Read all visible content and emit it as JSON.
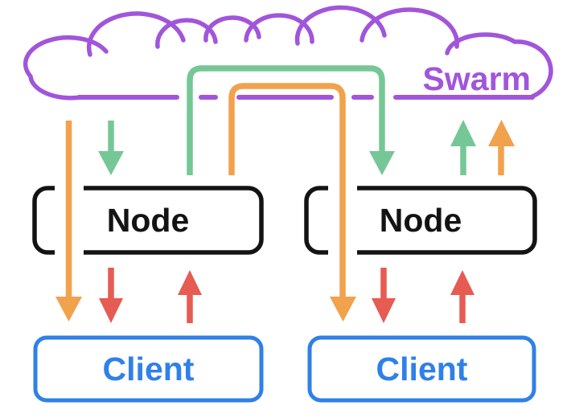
{
  "swarm": {
    "label": "Swarm"
  },
  "nodes": [
    {
      "label": "Node"
    },
    {
      "label": "Node"
    }
  ],
  "clients": [
    {
      "label": "Client"
    },
    {
      "label": "Client"
    }
  ],
  "colors": {
    "swarm_purple": "#A155DB",
    "edge_green": "#76C796",
    "edge_orange": "#F2A14C",
    "edge_red": "#E65B52",
    "client_blue": "#2F80E8",
    "node_black": "#131313",
    "background": "#FFFFFF"
  },
  "edges": [
    {
      "name": "swarm-to-client-left",
      "color": "orange",
      "from": "swarm",
      "to": "client-left"
    },
    {
      "name": "swarm-to-node-left",
      "color": "green",
      "from": "swarm",
      "to": "node-left"
    },
    {
      "name": "node-left-to-node-right-via-swarm",
      "color": "green",
      "from": "node-left",
      "to": "node-right"
    },
    {
      "name": "node-left-to-client-right-via-swarm",
      "color": "orange",
      "from": "node-left",
      "to": "client-right"
    },
    {
      "name": "node-right-to-swarm-green",
      "color": "green",
      "from": "node-right",
      "to": "swarm"
    },
    {
      "name": "node-right-to-swarm-orange",
      "color": "orange",
      "from": "node-right",
      "to": "swarm"
    },
    {
      "name": "node-left-to-client-left",
      "color": "red",
      "from": "node-left",
      "to": "client-left"
    },
    {
      "name": "client-left-to-node-left",
      "color": "red",
      "from": "client-left",
      "to": "node-left"
    },
    {
      "name": "node-right-to-client-right",
      "color": "red",
      "from": "node-right",
      "to": "client-right"
    },
    {
      "name": "client-right-to-node-right",
      "color": "red",
      "from": "client-right",
      "to": "node-right"
    }
  ]
}
